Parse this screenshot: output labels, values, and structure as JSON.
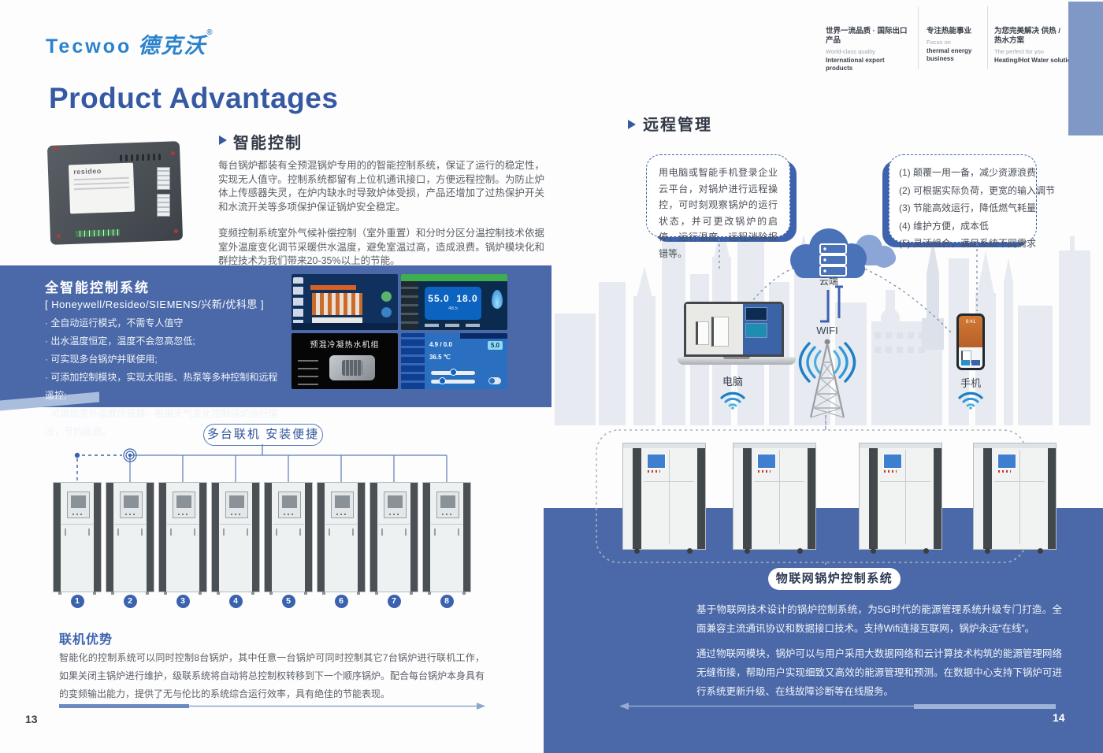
{
  "colors": {
    "accent_blue": "#3e63ae",
    "panel_blue": "#4b69a8",
    "heading_blue": "#3659a4",
    "logo_blue": "#2a82cc",
    "wifi_cyan": "#2496d3",
    "corner_rect": "#8098c6",
    "ribbon_light_blue": "#a9bedd"
  },
  "logo": {
    "brand": "Tecwoo",
    "brand_cn": "德克沃",
    "reg": "®"
  },
  "left_page": {
    "title": "Product Advantages",
    "controller_label": "resideo",
    "smart_control": {
      "title": "智能控制",
      "p1": "每台锅炉都装有全预混锅炉专用的的智能控制系统，保证了运行的稳定性，实现无人值守。控制系统都留有上位机通讯接口，方便远程控制。为防止炉体上传感器失灵，在炉内缺水时导致炉体受损，产品还增加了过热保护开关和水流开关等多项保护保证锅炉安全稳定。",
      "p2": "变频控制系统室外气候补偿控制（室外重置）和分时分区分温控制技术依据室外温度变化调节采暖供水温度，避免室温过高，造成浪费。锅炉模块化和群控技术为我们带来20-35%以上的节能。"
    },
    "full_smart": {
      "title": "全智能控制系统",
      "brands": "[ Honeywell/Resideo/SIEMENS/兴新/优科思  ]",
      "bullets": [
        "· 全自动运行模式，不需专人值守",
        "· 出水温度恒定，温度不会忽高忽低;",
        "· 可实现多台锅炉并联使用;",
        "· 可添加控制模块，实现太阳能、热泵等多种控制和远程遥控;",
        "· 可添加室外温度传感器，根据天气变化控制锅炉运行情况，节约能源。"
      ]
    },
    "screens": {
      "s2_temp_out": "55.0",
      "s2_temp_in": "18.0",
      "s2_sub": "48.5",
      "s3_title": "预混冷凝热水机组",
      "s4_v1": "4.9",
      "s4_v2": "0.0",
      "s4_v3": "5.0",
      "s4_v4": "36.5 ℃"
    },
    "multi_unit": {
      "pill": "多台联机 安装便捷",
      "numbers": [
        "1",
        "2",
        "3",
        "4",
        "5",
        "6",
        "7",
        "8"
      ]
    },
    "cascade": {
      "title": "联机优势",
      "text": "智能化的控制系统可以同时控制8台锅炉，其中任意一台锅炉可同时控制其它7台锅炉进行联机工作，如果关闭主锅炉进行维护，级联系统将自动将总控制权转移到下一个顺序锅炉。配合每台锅炉本身具有的变频输出能力，提供了无与伦比的系统综合运行效率，具有绝佳的节能表现。"
    },
    "page_number": "13"
  },
  "right_page": {
    "header_columns": [
      {
        "cn": "世界一流品质 · 国际出口产品",
        "en_light": "World-class quality",
        "en_bold": "International export products"
      },
      {
        "cn": "专注热能事业",
        "en_light": "Focus on",
        "en_bold": "thermal energy business"
      },
      {
        "cn": "为您完美解决 供热 / 热水方案",
        "en_light": "The perfect for you",
        "en_bold": "Heating/Hot Water solution"
      }
    ],
    "remote": {
      "title": "远程管理",
      "bubble_left": "用电脑或智能手机登录企业云平台，对锅炉进行远程操控，可时刻观察锅炉的运行状态，并可更改锅炉的启停、运行温度、远程消除报错等。",
      "bubble_right": [
        "(1) 颠覆一用一备，减少资源浪费",
        "(2) 可根据实际负荷，更宽的输入调节",
        "(3) 节能高效运行，降低燃气耗量",
        "(4) 维护方便，成本低",
        "(5) 灵活组合，满足系统不同需求"
      ]
    },
    "network": {
      "cloud_label": "云端",
      "wifi_label": "WIFI",
      "computer_label": "电脑",
      "phone_label": "手机",
      "phone_time": "9:41"
    },
    "iot": {
      "pill": "物联网锅炉控制系统",
      "p1": "基于物联网技术设计的锅炉控制系统，为5G时代的能源管理系统升级专门打造。全面兼容主流通讯协议和数据接口技术。支持Wifi连接互联网，锅炉永远“在线”。",
      "p2": "通过物联网模块，锅炉可以与用户采用大数据网络和云计算技术构筑的能源管理网络无缝衔接，帮助用户实现细致又高效的能源管理和预测。在数据中心支持下锅炉可进行系统更新升级、在线故障诊断等在线服务。"
    },
    "page_number": "14"
  }
}
